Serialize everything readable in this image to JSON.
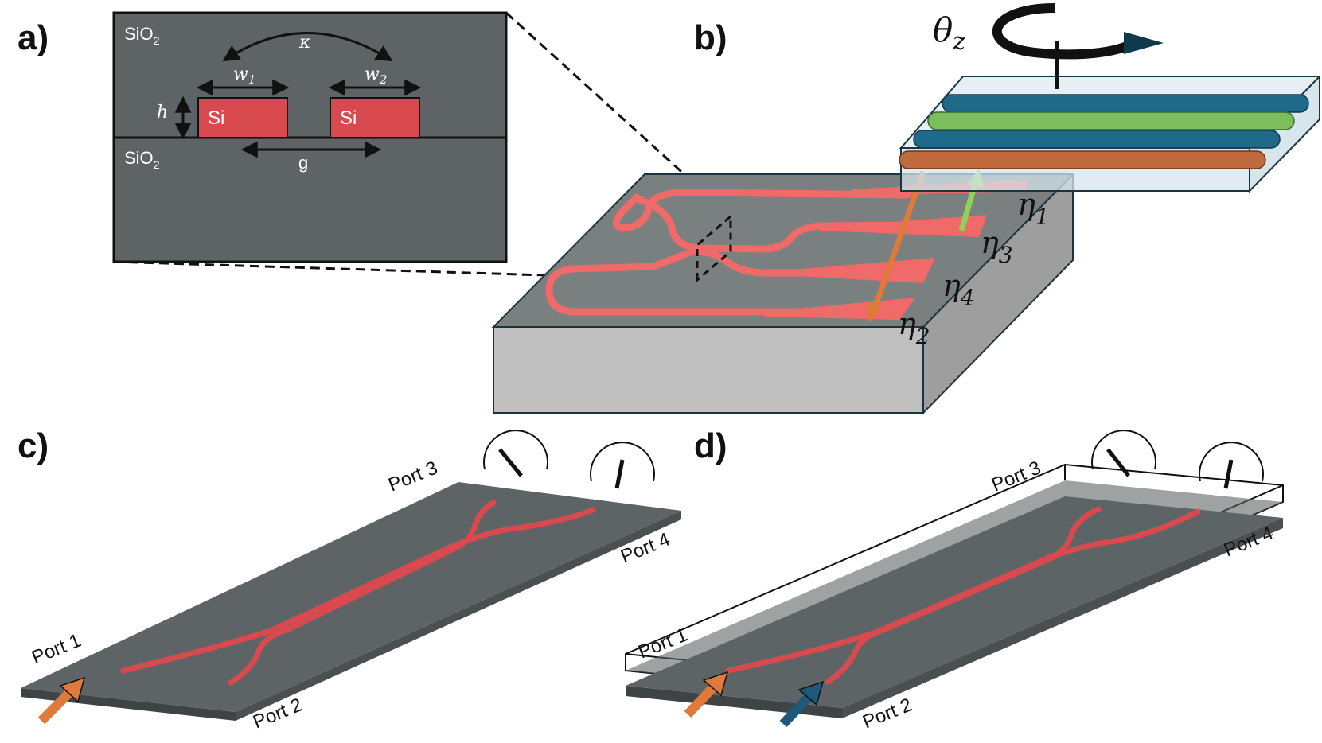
{
  "panels": {
    "a": "a)",
    "b": "b)",
    "c": "c)",
    "d": "d)"
  },
  "cross_section": {
    "cladding_top": {
      "base": "SiO",
      "sub": "2"
    },
    "cladding_bottom": {
      "base": "SiO",
      "sub": "2"
    },
    "core1": "Si",
    "core2": "Si",
    "kappa": "κ",
    "w1": {
      "base": "w",
      "sub": "1"
    },
    "w2": {
      "base": "w",
      "sub": "2"
    },
    "height": "h",
    "gap": "g"
  },
  "chip": {
    "rotation": {
      "base": "θ",
      "sub": "z"
    },
    "eta1": {
      "base": "η",
      "sub": "1"
    },
    "eta2": {
      "base": "η",
      "sub": "2"
    },
    "eta3": {
      "base": "η",
      "sub": "3"
    },
    "eta4": {
      "base": "η",
      "sub": "4"
    }
  },
  "coupler_c": {
    "port1": "Port 1",
    "port2": "Port 2",
    "port3": "Port 3",
    "port4": "Port 4"
  },
  "coupler_d": {
    "port1": "Port 1",
    "port2": "Port 2",
    "port3": "Port 3",
    "port4": "Port 4"
  },
  "colors": {
    "oxide": "#5e6466",
    "silicon": "#d94a4e",
    "waveguide": "#f06a6a",
    "chip_side": "#c0c0c0",
    "fiber_blue": "#1f6a8a",
    "fiber_green": "#7cbd5d",
    "fiber_orange": "#c06a3d",
    "arrow_orange": "#e07a3a",
    "arrow_blue": "#1f5878",
    "arrow_green": "#8ed05a"
  }
}
